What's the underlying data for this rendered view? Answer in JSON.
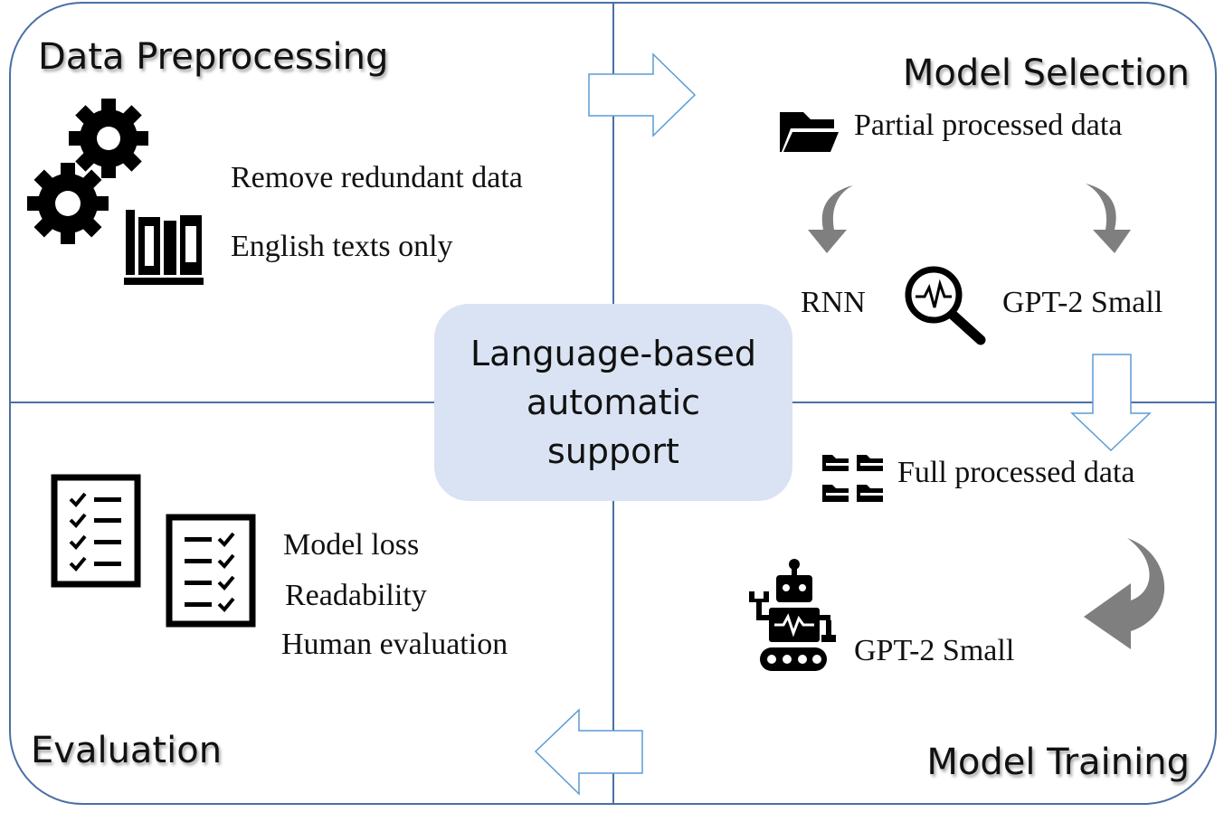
{
  "center": {
    "lines": [
      "Language-based",
      "automatic",
      "support"
    ]
  },
  "quadrants": {
    "data_preprocessing": {
      "title": "Data Preprocessing",
      "items": [
        "Remove redundant data",
        "English texts only"
      ],
      "icons": [
        "gears-icon",
        "books-icon"
      ]
    },
    "model_selection": {
      "title": "Model Selection",
      "input": "Partial processed data",
      "candidates": [
        "RNN",
        "GPT-2 Small"
      ],
      "icons": [
        "folder-icon",
        "magnifier-analytics-icon",
        "curved-arrow-left-icon",
        "curved-arrow-right-icon"
      ]
    },
    "model_training": {
      "title": "Model Training",
      "input": "Full processed data",
      "model": "GPT-2 Small",
      "icons": [
        "folders-icon",
        "robot-icon",
        "curved-arrow-return-icon"
      ]
    },
    "evaluation": {
      "title": "Evaluation",
      "items": [
        "Model loss",
        "Readability",
        "Human evaluation"
      ],
      "icons": [
        "checklist-icon",
        "checklist-icon"
      ]
    }
  },
  "flow_arrows": [
    "right",
    "down",
    "left"
  ],
  "colors": {
    "frame": "#4a6fa5",
    "center_fill": "#dae3f3",
    "arrow_outline": "#5b9bd5",
    "curved_arrow": "#7f7f7f"
  }
}
